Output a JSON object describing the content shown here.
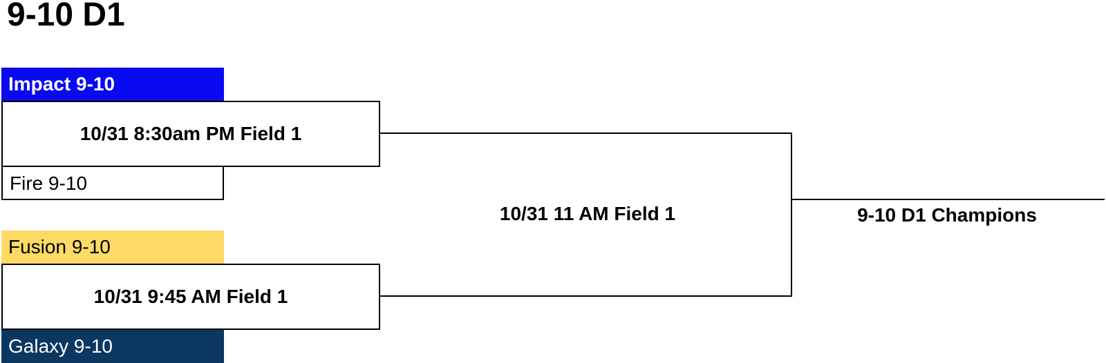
{
  "bracket": {
    "title": "9-10 D1",
    "round1": [
      {
        "top_team": {
          "name": "Impact 9-10",
          "color": "#0a0af0",
          "text_color": "#ffffff"
        },
        "game": "10/31 8:30am PM Field 1",
        "bottom_team": {
          "name": "Fire 9-10",
          "color": "#ffffff",
          "text_color": "#000000"
        }
      },
      {
        "top_team": {
          "name": "Fusion 9-10",
          "color": "#ffd966",
          "text_color": "#000000"
        },
        "game": "10/31 9:45 AM Field 1",
        "bottom_team": {
          "name": "Galaxy 9-10",
          "color": "#0b3761",
          "text_color": "#ffffff"
        }
      }
    ],
    "round2": {
      "game": "10/31 11 AM Field 1"
    },
    "champion_label": "9-10 D1 Champions"
  }
}
